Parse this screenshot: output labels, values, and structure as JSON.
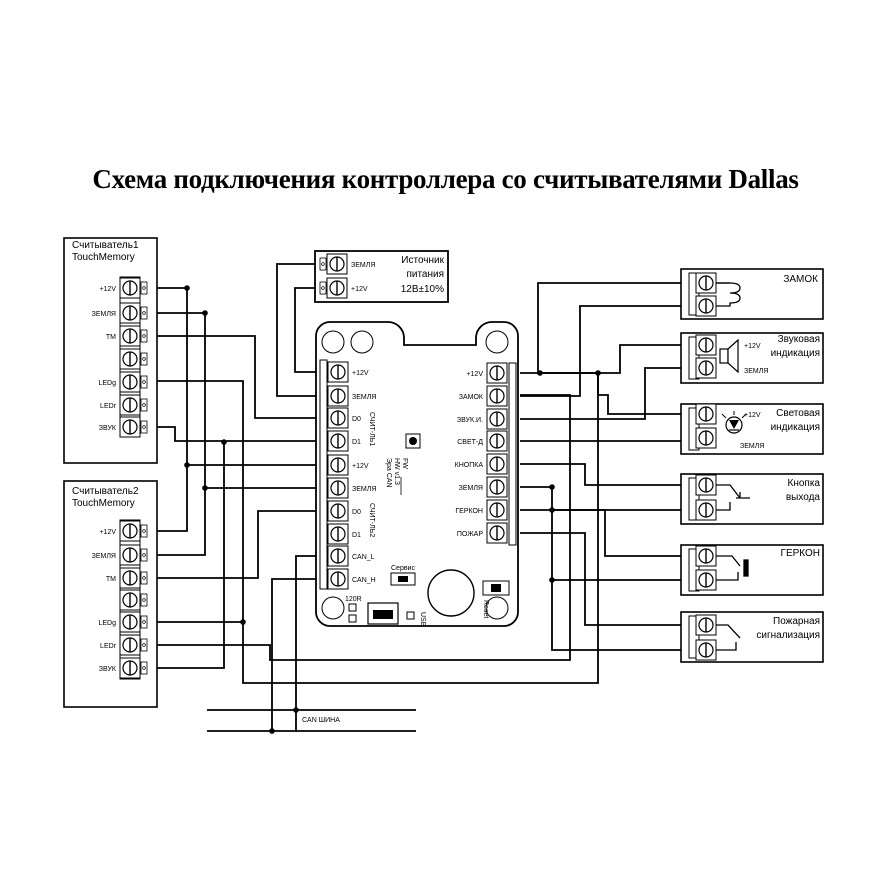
{
  "title": "Схема подключения контроллера со считывателями Dallas",
  "reader1": {
    "name_line1": "Считыватель1",
    "name_line2": "TouchMemory",
    "pins": [
      "+12V",
      "ЗЕМЛЯ",
      "TM",
      "",
      "LEDg",
      "LEDr",
      "ЗВУК"
    ]
  },
  "reader2": {
    "name_line1": "Считыватель2",
    "name_line2": "TouchMemory",
    "pins": [
      "+12V",
      "ЗЕМЛЯ",
      "TM",
      "",
      "LEDg",
      "LEDr",
      "ЗВУК"
    ]
  },
  "power": {
    "line1": "Источник",
    "line2": "питания",
    "line3": "12В±10%",
    "pin1": "ЗЕМЛЯ",
    "pin2": "+12V"
  },
  "controller": {
    "left_pins": [
      "+12V",
      "ЗЕМЛЯ",
      "D0",
      "D1",
      "+12V",
      "ЗЕМЛЯ",
      "D0",
      "D1",
      "CAN_L",
      "CAN_H"
    ],
    "group1_label": "СЧИТ-ЛЬ1",
    "group2_label": "СЧИТ-ЛЬ2",
    "right_pins": [
      "+12V",
      "ЗАМОК",
      "ЗВУК.И.",
      "СВЕТ-Д",
      "КНОПКА",
      "ЗЕМЛЯ",
      "ГЕРКОН",
      "ПОЖАР"
    ],
    "board_line1": "Эра CAN",
    "board_line2": "HW v1.3",
    "board_line3": "FW",
    "jumper_label": "Сервис",
    "termination_label": "120R",
    "reset_label": "Reset",
    "usb_label": "USB"
  },
  "devices": {
    "lock": {
      "label": "ЗАМОК"
    },
    "buzzer": {
      "line1": "Звуковая",
      "line2": "индикация",
      "pin1": "+12V",
      "pin2": "ЗЕМЛЯ"
    },
    "led": {
      "line1": "Световая",
      "line2": "индикация",
      "pin1": "+12V",
      "pin2": "ЗЕМЛЯ"
    },
    "button": {
      "line1": "Кнопка",
      "line2": "выхода"
    },
    "reed": {
      "label": "ГЕРКОН"
    },
    "fire": {
      "line1": "Пожарная",
      "line2": "сигнализация"
    }
  },
  "bus_label": "CAN ШИНА"
}
